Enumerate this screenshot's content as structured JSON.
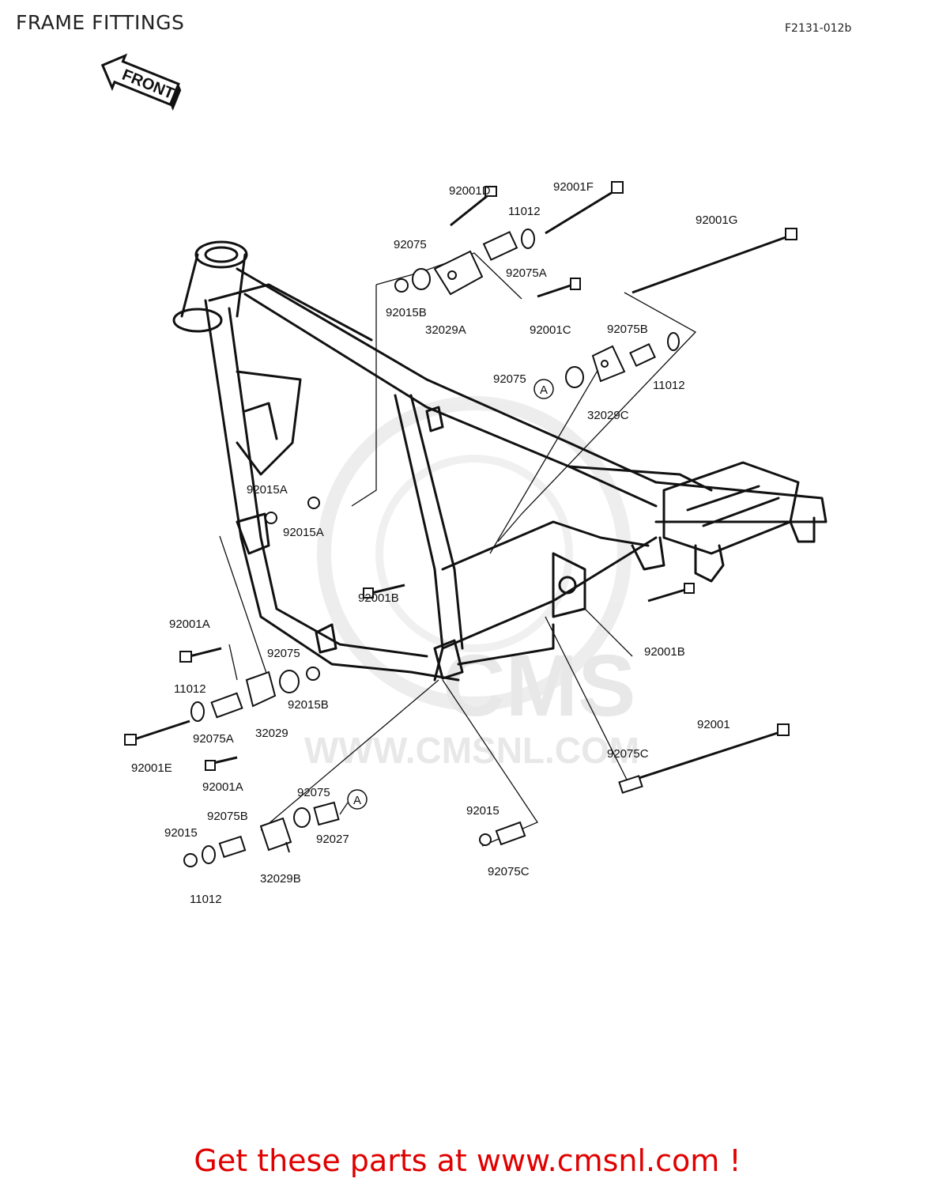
{
  "header": {
    "title": "FRAME FITTINGS",
    "ref_code": "F2131-012b"
  },
  "front_arrow": {
    "label": "FRONT"
  },
  "watermark": {
    "logo": "CMS",
    "url": "WWW.CMSNL.COM"
  },
  "footer": {
    "text": "Get these parts at www.cmsnl.com !"
  },
  "callouts": [
    {
      "id": "c1",
      "text": "92001D"
    },
    {
      "id": "c2",
      "text": "92001F"
    },
    {
      "id": "c3",
      "text": "11012"
    },
    {
      "id": "c4",
      "text": "92075"
    },
    {
      "id": "c5",
      "text": "92075A"
    },
    {
      "id": "c6",
      "text": "92015B"
    },
    {
      "id": "c7",
      "text": "32029A"
    },
    {
      "id": "c8",
      "text": "92001C"
    },
    {
      "id": "c9",
      "text": "92001G"
    },
    {
      "id": "c10",
      "text": "92075B"
    },
    {
      "id": "c11",
      "text": "92075"
    },
    {
      "id": "c12",
      "text": "11012"
    },
    {
      "id": "c13",
      "text": "32029C"
    },
    {
      "id": "c14",
      "text": "92015A"
    },
    {
      "id": "c15",
      "text": "92015A"
    },
    {
      "id": "c16",
      "text": "92001B"
    },
    {
      "id": "c17",
      "text": "92001B"
    },
    {
      "id": "c18",
      "text": "92001A"
    },
    {
      "id": "c19",
      "text": "92075"
    },
    {
      "id": "c20",
      "text": "11012"
    },
    {
      "id": "c21",
      "text": "92015B"
    },
    {
      "id": "c22",
      "text": "92075A"
    },
    {
      "id": "c23",
      "text": "32029"
    },
    {
      "id": "c24",
      "text": "92001E"
    },
    {
      "id": "c25",
      "text": "92001A"
    },
    {
      "id": "c26",
      "text": "92001"
    },
    {
      "id": "c27",
      "text": "92075C"
    },
    {
      "id": "c28",
      "text": "92075"
    },
    {
      "id": "c29",
      "text": "92075B"
    },
    {
      "id": "c30",
      "text": "92015"
    },
    {
      "id": "c31",
      "text": "92027"
    },
    {
      "id": "c32",
      "text": "32029B"
    },
    {
      "id": "c33",
      "text": "11012"
    },
    {
      "id": "c34",
      "text": "92015"
    },
    {
      "id": "c35",
      "text": "92075C"
    }
  ],
  "ref_markers": [
    {
      "id": "m1",
      "text": "A"
    },
    {
      "id": "m2",
      "text": "A"
    }
  ]
}
